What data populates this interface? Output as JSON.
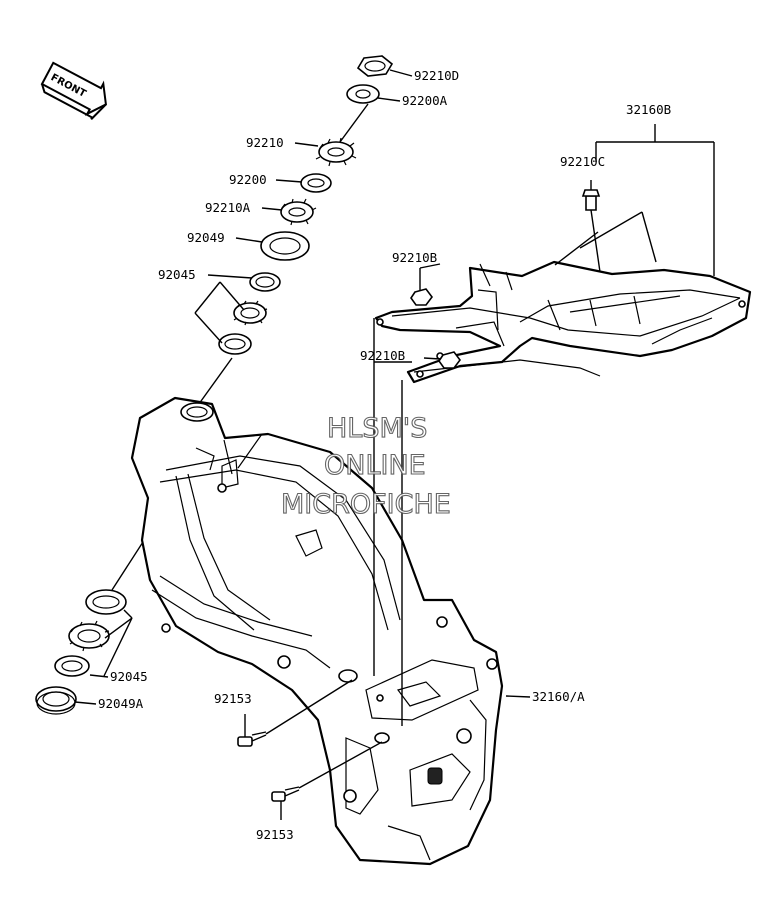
{
  "front_badge": {
    "label": "FRONT"
  },
  "watermark": {
    "lines": [
      "HLSM'S",
      "ONLINE",
      "MICROFICHE"
    ]
  },
  "labels": {
    "p92210D": "92210D",
    "p92200A": "92200A",
    "p92210": "92210",
    "p92200": "92200",
    "p92210A": "92210A",
    "p92049": "92049",
    "p92045_top": "92045",
    "p92045_bottom": "92045",
    "p92049A": "92049A",
    "p92210B_1": "92210B",
    "p92210B_2": "92210B",
    "p92210C": "92210C",
    "p32160B": "32160B",
    "p32160A": "32160/A",
    "p92153_1": "92153",
    "p92153_2": "92153"
  }
}
